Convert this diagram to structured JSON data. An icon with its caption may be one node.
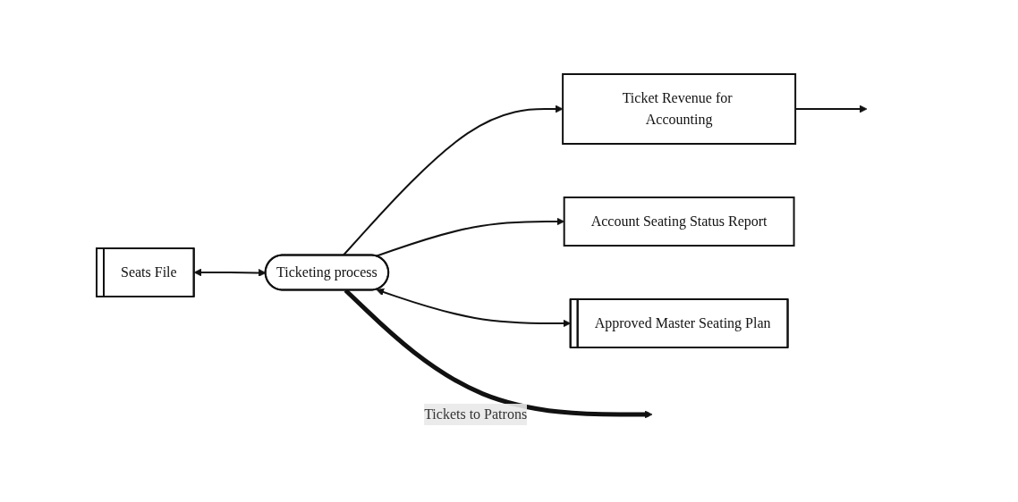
{
  "diagram": {
    "nodes": [
      {
        "text": [
          "Seats File"
        ]
      },
      {
        "text": [
          "Ticket Revenue for Accounting"
        ]
      },
      {
        "text": [
          "Ticketing process"
        ]
      },
      {
        "text": [
          "Account Seating Status Report"
        ]
      },
      {
        "text": [
          "Approved Master Seating Plan"
        ]
      }
    ],
    "edges": [
      {
        "from": 0,
        "to": 2,
        "arrow": "both"
      },
      {
        "from": 2,
        "to": 1,
        "arrow": "to"
      },
      {
        "from": 1,
        "to": null,
        "arrow": "to"
      },
      {
        "from": 2,
        "to": 3,
        "arrow": "to"
      },
      {
        "from": 2,
        "to": 4,
        "arrow": "both"
      },
      {
        "from": 2,
        "to": null,
        "arrow": "to",
        "label": "Tickets to Patrons",
        "style": "thick"
      }
    ]
  }
}
